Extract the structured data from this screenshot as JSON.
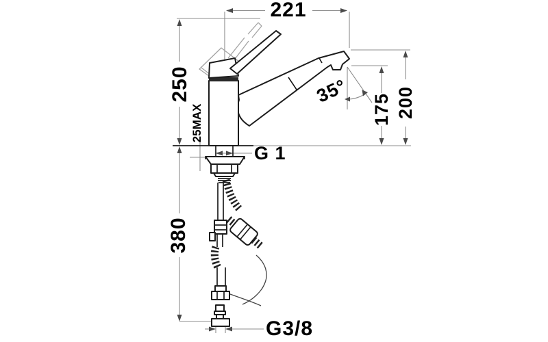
{
  "drawing": {
    "type": "technical-dimension-drawing",
    "subject": "single-lever kitchen mixer tap with pull-out spray, side elevation",
    "units_note": "",
    "labels": {
      "spout_reach": "221",
      "height_above_deck": "250",
      "max_deck_thickness": "25MAX",
      "spray_angle": "35°",
      "outlet_height": "175",
      "spout_top_height": "200",
      "body_thread": "G 1",
      "under_deck_length": "380",
      "supply_thread": "G3/8"
    },
    "colors": {
      "background": "#ffffff",
      "product_outline": "#1c1c1c",
      "dimension_lines": "#8c8c8c",
      "phantom_lines": "#a3a3a3",
      "text": "#000000"
    }
  }
}
